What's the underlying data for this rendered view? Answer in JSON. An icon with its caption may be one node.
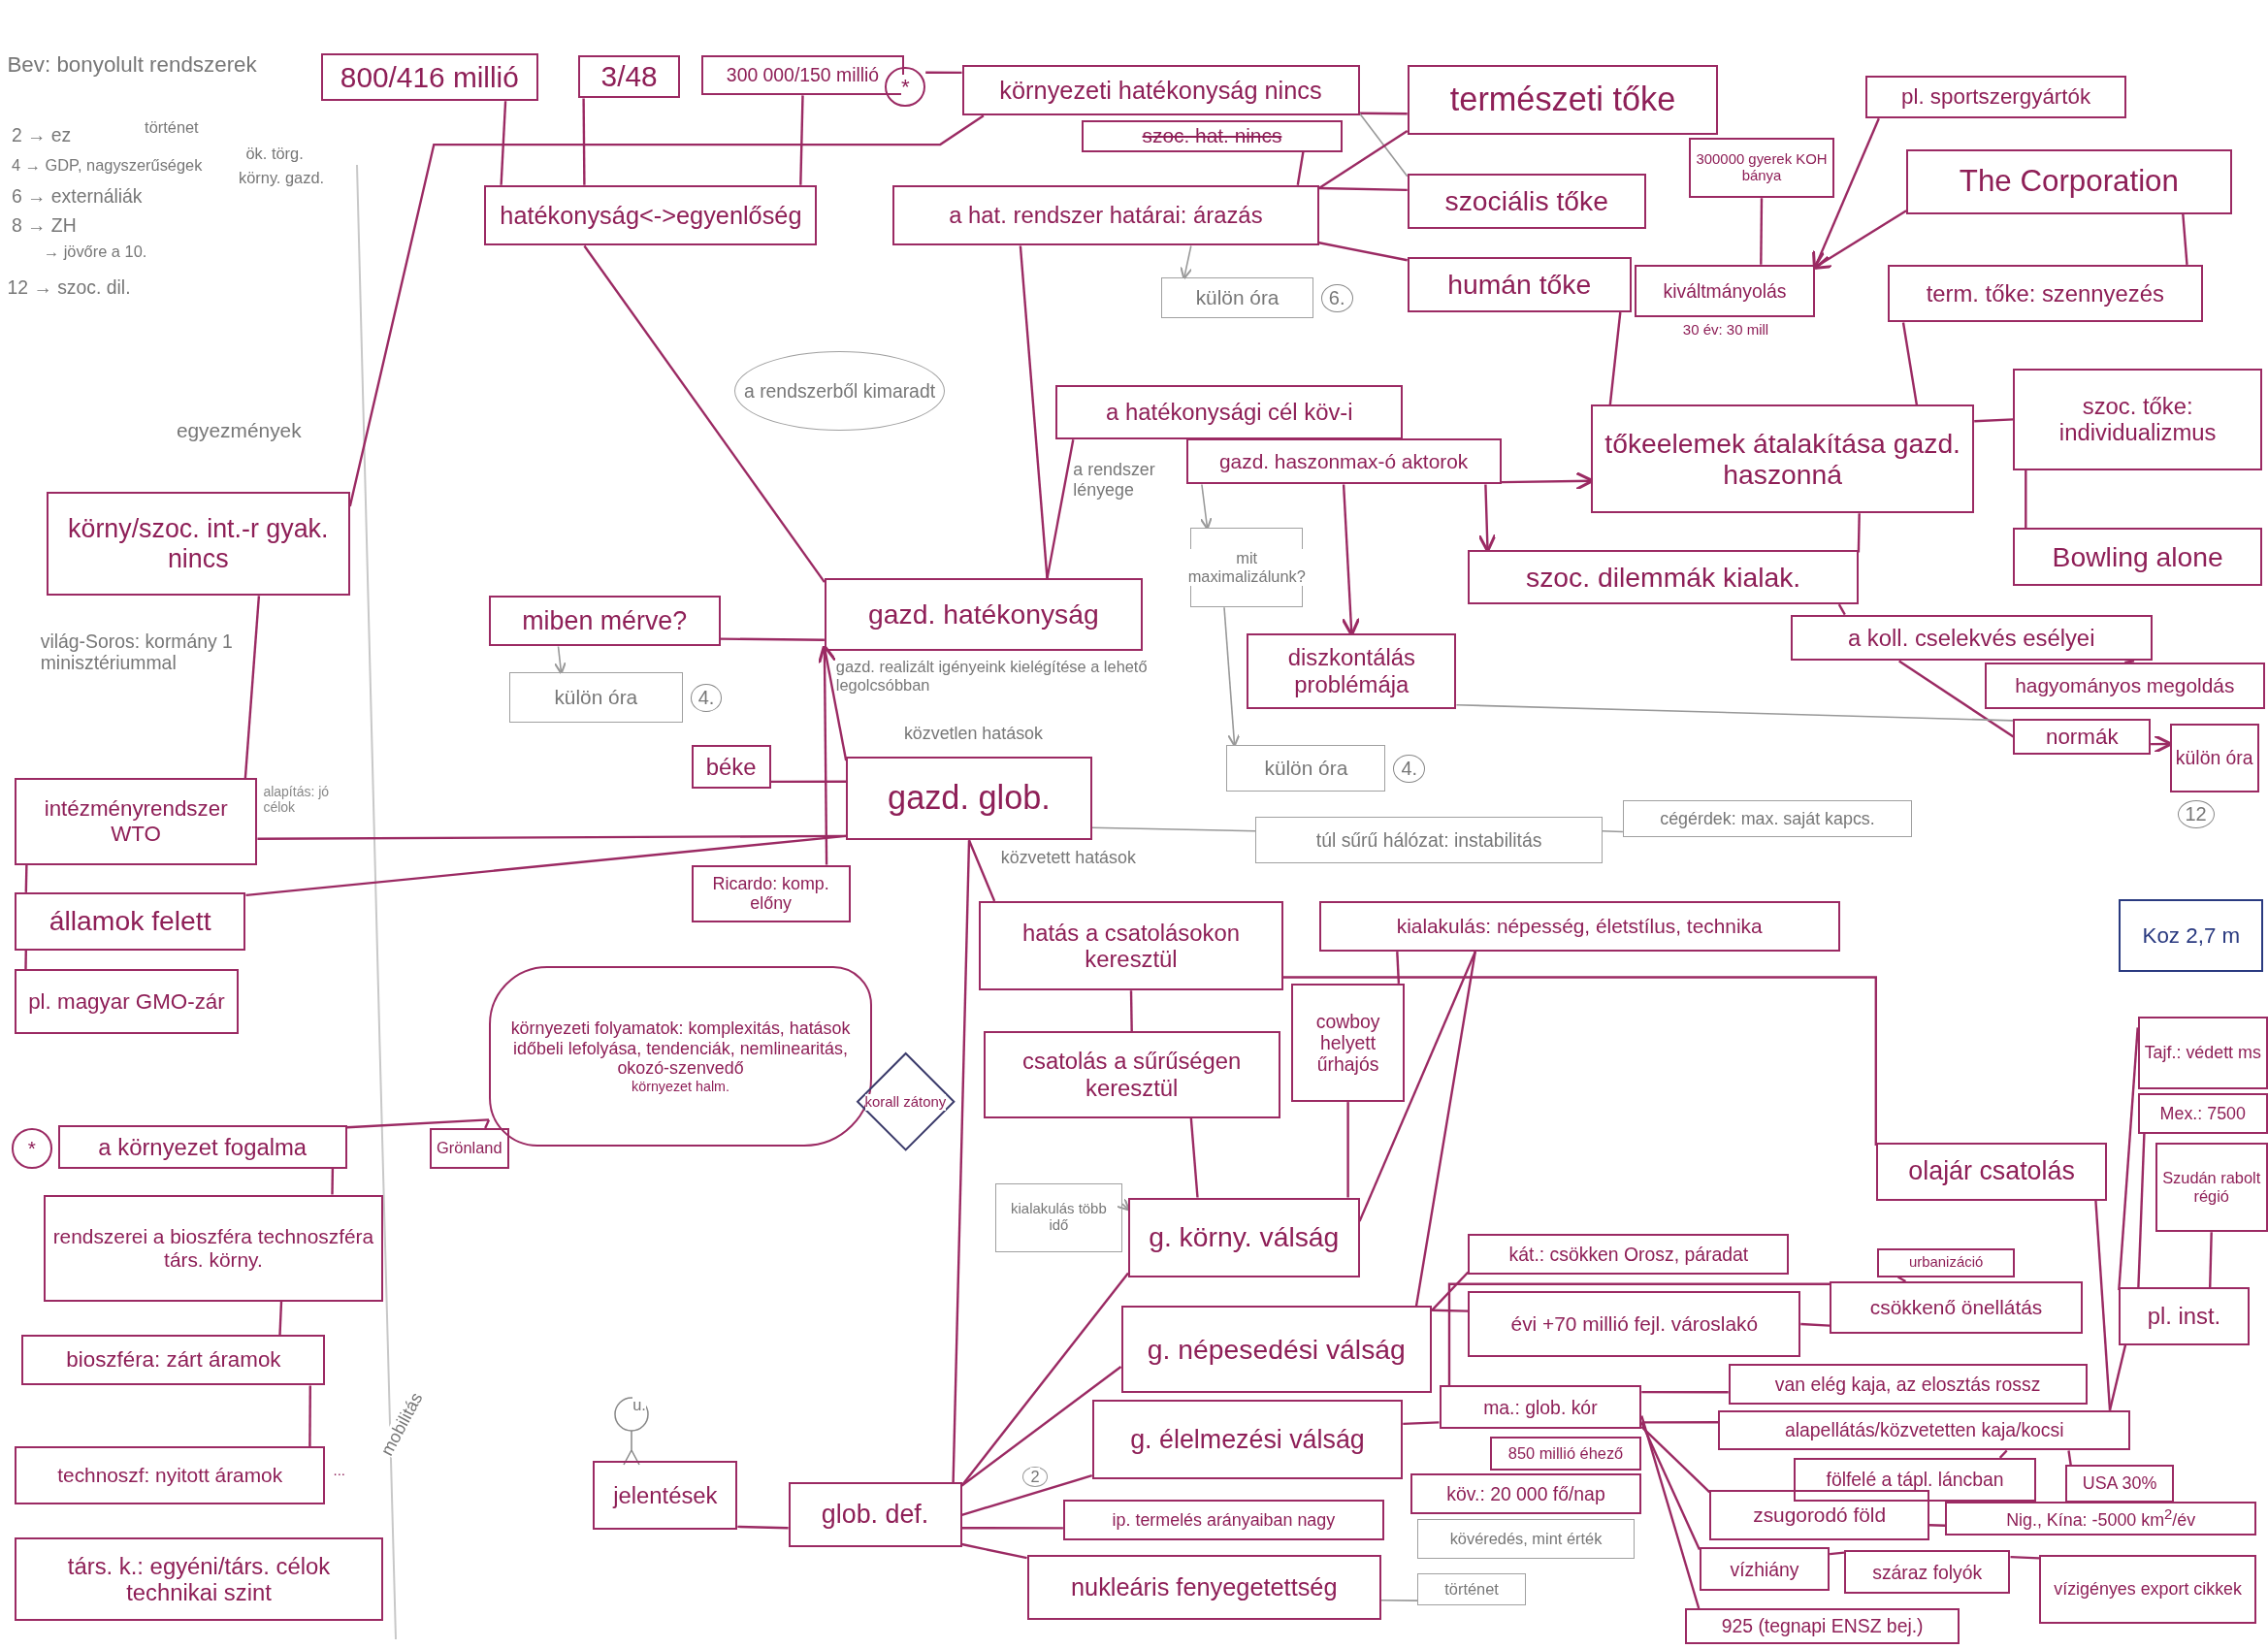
{
  "diagram": {
    "nodes": [
      {
        "text": [
          "800/416 millió"
        ]
      },
      {
        "text": [
          "3/48"
        ]
      },
      {
        "text": [
          "300 000/150 millió"
        ]
      },
      {
        "text": [
          "hatékonyság<->egyenlőség"
        ]
      },
      {
        "text": [
          "*"
        ]
      },
      {
        "text": [
          "környezeti hatékonyság nincs"
        ]
      },
      {
        "text": [
          "szoc. hat. nincs"
        ]
      },
      {
        "text": [
          "a hat. rendszer határai: árazás"
        ]
      },
      {
        "text": [
          "természeti tőke"
        ]
      },
      {
        "text": [
          "szociális tőke"
        ]
      },
      {
        "text": [
          "humán tőke"
        ]
      },
      {
        "text": [
          "kiváltmányolás"
        ],
        "beside": [
          "30 év: 30 mill"
        ]
      },
      {
        "text": [
          "300000 gyerek KOH bánya"
        ]
      },
      {
        "text": [
          "pl. sportszergyártók"
        ]
      },
      {
        "text": [
          "The Corporation"
        ]
      },
      {
        "text": [
          "term. tőke: szennyezés"
        ]
      },
      {
        "text": [
          "külön óra"
        ],
        "beside": [
          "6."
        ]
      },
      {
        "text": [
          "a rendszerből kimaradt"
        ]
      },
      {
        "text": [
          "a hatékonysági cél köv-i"
        ]
      },
      {
        "text": [
          "gazd. haszonmax-ó aktorok"
        ]
      },
      {
        "text": [
          "tőkeelemek átalakítása gazd. haszonná"
        ]
      },
      {
        "text": [
          "szoc. tőke: individualizmus"
        ]
      },
      {
        "text": [
          "Bowling alone"
        ]
      },
      {
        "text": [
          "szoc. dilemmák kialak."
        ]
      },
      {
        "text": [
          "a koll. cselekvés esélyei"
        ]
      },
      {
        "text": [
          "hagyományos megoldás"
        ]
      },
      {
        "text": [
          "normák"
        ]
      },
      {
        "text": [
          "külön óra"
        ],
        "beside": [
          "12"
        ]
      },
      {
        "text": [
          "mit maximalizálunk?"
        ]
      },
      {
        "text": [
          "diszkontálás problémája"
        ]
      },
      {
        "text": [
          "külön óra"
        ],
        "beside": [
          "4."
        ]
      },
      {
        "text": [
          "körny/szoc. int.-r gyak. nincs"
        ]
      },
      {
        "text": [
          "miben mérve?"
        ]
      },
      {
        "text": [
          "külön óra"
        ],
        "beside": [
          "4."
        ]
      },
      {
        "text": [
          "gazd. hatékonyság"
        ]
      },
      {
        "text": [
          "béke"
        ]
      },
      {
        "text": [
          "gazd. glob."
        ]
      },
      {
        "text": [
          "intézményrendszer WTO"
        ],
        "beside": [
          "alapítás: jó célok"
        ]
      },
      {
        "text": [
          "államok felett"
        ]
      },
      {
        "text": [
          "pl. magyar GMO-zár"
        ]
      },
      {
        "text": [
          "Ricardo: komp. előny"
        ]
      },
      {
        "text": [
          "túl sűrű hálózat: instabilitás"
        ]
      },
      {
        "text": [
          "cégérdek: max. saját kapcs."
        ]
      },
      {
        "text": [
          "hatás a csatolásokon keresztül"
        ]
      },
      {
        "text": [
          "kialakulás: népesség, életstílus, technika"
        ]
      },
      {
        "text": [
          "csatolás a sűrűségen keresztül"
        ]
      },
      {
        "text": [
          "cowboy helyett űrhajós"
        ]
      },
      {
        "text": [
          "környezeti folyamatok: komplexitás, hatások időbeli lefolyása, tendenciák, nemlinearitás, okozó-szenvedő",
          "környezet halm."
        ]
      },
      {
        "text": [
          "korall zátony"
        ]
      },
      {
        "text": [
          "Grönland"
        ]
      },
      {
        "text": [
          "*"
        ]
      },
      {
        "text": [
          "a környezet fogalma"
        ]
      },
      {
        "text": [
          "rendszerei a bioszféra technoszféra társ. körny."
        ]
      },
      {
        "text": [
          "bioszféra: zárt áramok"
        ]
      },
      {
        "text": [
          "technoszf: nyitott áramok"
        ],
        "beside": [
          "..."
        ]
      },
      {
        "text": [
          "társ. k.: egyéni/társ. célok technikai szint"
        ]
      },
      {
        "text": [
          "olajár csatolás"
        ]
      },
      {
        "text": [
          "kialakulás több idő"
        ]
      },
      {
        "text": [
          "g. körny. válság"
        ]
      },
      {
        "text": [
          "g. népesedési válság"
        ]
      },
      {
        "text": [
          "kát.: csökken Orosz, páradat"
        ]
      },
      {
        "text": [
          "évi +70 millió fejl. városlakó"
        ]
      },
      {
        "text": [
          "urbanizáció"
        ]
      },
      {
        "text": [
          "csökkenő önellátás"
        ]
      },
      {
        "text": [
          "pl. inst."
        ]
      },
      {
        "text": [
          "Tajf.: védett ms"
        ]
      },
      {
        "text": [
          "Mex.: 7500"
        ]
      },
      {
        "text": [
          "Szudán rabolt régió"
        ]
      },
      {
        "text": [
          "Koz 2,7 m"
        ]
      },
      {
        "text": [
          "jelentések"
        ]
      },
      {
        "text": [
          "glob. def."
        ]
      },
      {
        "text": [
          "g. élelmezési válság"
        ]
      },
      {
        "text": [
          "ma.: glob. kór"
        ]
      },
      {
        "text": [
          "van elég kaja, az elosztás rossz"
        ]
      },
      {
        "text": [
          "alapellátás/közvetetten kaja/kocsi"
        ]
      },
      {
        "text": [
          "850 millió éhező"
        ]
      },
      {
        "text": [
          "köv.: 20 000 fő/nap"
        ]
      },
      {
        "text": [
          "fölfelé a tápl. láncban"
        ]
      },
      {
        "text": [
          "USA 30%"
        ]
      },
      {
        "text": [
          "zsugorodó föld"
        ]
      },
      {
        "text": [
          "Nig., Kína: -5000 km$^{2}$/év"
        ]
      },
      {
        "text": [
          "ip. termelés arányaiban nagy"
        ]
      },
      {
        "text": [
          "kövéredés, mint érték"
        ]
      },
      {
        "text": [
          "vízhiány"
        ]
      },
      {
        "text": [
          "száraz folyók"
        ]
      },
      {
        "text": [
          "vízigényes export cikkek"
        ]
      },
      {
        "text": [
          "nukleáris fenyegetettség"
        ]
      },
      {
        "text": [
          "történet"
        ]
      },
      {
        "text": [
          "925 (tegnapi ENSZ bej.)"
        ]
      }
    ],
    "edges": [
      {
        "from": 0,
        "to": 3,
        "arrow": "none"
      },
      {
        "from": 1,
        "to": 3,
        "arrow": "none"
      },
      {
        "from": 2,
        "to": 3,
        "arrow": "none"
      },
      {
        "from": 4,
        "to": 5,
        "arrow": "none"
      },
      {
        "from": 5,
        "to": 8,
        "arrow": "none"
      },
      {
        "from": 5,
        "to": 9,
        "arrow": "none",
        "color": "#999999"
      },
      {
        "from": 6,
        "to": 7,
        "arrow": "none"
      },
      {
        "from": 7,
        "to": 8,
        "arrow": "none"
      },
      {
        "from": 7,
        "to": 9,
        "arrow": "none"
      },
      {
        "from": 7,
        "to": 10,
        "arrow": "none"
      },
      {
        "from": 31,
        "to": 5,
        "arrow": "none"
      },
      {
        "from": 7,
        "to": 34,
        "arrow": "none"
      },
      {
        "from": 3,
        "to": 34,
        "arrow": "none"
      },
      {
        "from": 34,
        "to": 18,
        "arrow": "none"
      },
      {
        "from": 19,
        "to": 20,
        "arrow": "to"
      },
      {
        "from": 19,
        "to": 23,
        "arrow": "to"
      },
      {
        "from": 19,
        "to": 29,
        "arrow": "to"
      },
      {
        "from": 19,
        "to": 28,
        "arrow": "to",
        "color": "#999999"
      },
      {
        "from": 28,
        "to": 30,
        "arrow": "to",
        "color": "#999999"
      },
      {
        "from": 7,
        "to": 16,
        "arrow": "to",
        "color": "#999999"
      },
      {
        "from": 10,
        "to": 20,
        "arrow": "none"
      },
      {
        "from": 12,
        "to": 11,
        "arrow": "none"
      },
      {
        "from": 13,
        "to": 11,
        "arrow": "to"
      },
      {
        "from": 14,
        "to": 11,
        "arrow": "to"
      },
      {
        "from": 14,
        "to": 15,
        "arrow": "none"
      },
      {
        "from": 15,
        "to": 20,
        "arrow": "none"
      },
      {
        "from": 20,
        "to": 21,
        "arrow": "none"
      },
      {
        "from": 21,
        "to": 22,
        "arrow": "none"
      },
      {
        "from": 20,
        "to": 23,
        "arrow": "none"
      },
      {
        "from": 23,
        "to": 24,
        "arrow": "none"
      },
      {
        "from": 24,
        "to": 25,
        "arrow": "none"
      },
      {
        "from": 24,
        "to": 26,
        "arrow": "none"
      },
      {
        "from": 26,
        "to": 27,
        "arrow": "to"
      },
      {
        "from": 32,
        "to": 34,
        "arrow": "none"
      },
      {
        "from": 32,
        "to": 33,
        "arrow": "to",
        "color": "#999999"
      },
      {
        "from": 35,
        "to": 36,
        "arrow": "none"
      },
      {
        "from": 36,
        "to": 34,
        "arrow": "to"
      },
      {
        "from": 36,
        "to": 37,
        "arrow": "none"
      },
      {
        "from": 36,
        "to": 38,
        "arrow": "none"
      },
      {
        "from": 40,
        "to": 34,
        "arrow": "none"
      },
      {
        "from": 31,
        "to": 37,
        "arrow": "none"
      },
      {
        "from": 37,
        "to": 38,
        "arrow": "none"
      },
      {
        "from": 38,
        "to": 39,
        "arrow": "none"
      },
      {
        "from": 36,
        "to": 43,
        "arrow": "none"
      },
      {
        "from": 36,
        "to": 41,
        "arrow": "none",
        "color": "#999999"
      },
      {
        "from": 41,
        "to": 42,
        "arrow": "none",
        "color": "#999999"
      },
      {
        "from": 43,
        "to": 45,
        "arrow": "none"
      },
      {
        "from": 45,
        "to": 58,
        "arrow": "none"
      },
      {
        "from": 46,
        "to": 58,
        "arrow": "none"
      },
      {
        "from": 44,
        "to": 58,
        "arrow": "none"
      },
      {
        "from": 44,
        "to": 59,
        "arrow": "none"
      },
      {
        "from": 44,
        "to": 46,
        "arrow": "none"
      },
      {
        "from": 43,
        "to": 56,
        "arrow": "none"
      },
      {
        "from": 56,
        "to": 74,
        "arrow": "none"
      },
      {
        "from": 64,
        "to": 74,
        "arrow": "none"
      },
      {
        "from": 64,
        "to": 65,
        "arrow": "none"
      },
      {
        "from": 64,
        "to": 66,
        "arrow": "none"
      },
      {
        "from": 64,
        "to": 67,
        "arrow": "none"
      },
      {
        "from": 70,
        "to": 58,
        "arrow": "none"
      },
      {
        "from": 70,
        "to": 59,
        "arrow": "none"
      },
      {
        "from": 70,
        "to": 71,
        "arrow": "none"
      },
      {
        "from": 70,
        "to": 81,
        "arrow": "none"
      },
      {
        "from": 70,
        "to": 86,
        "arrow": "none"
      },
      {
        "from": 69,
        "to": 70,
        "arrow": "none"
      },
      {
        "from": 36,
        "to": 70,
        "arrow": "none"
      },
      {
        "from": 59,
        "to": 60,
        "arrow": "none"
      },
      {
        "from": 59,
        "to": 61,
        "arrow": "none"
      },
      {
        "from": 61,
        "to": 63,
        "arrow": "none"
      },
      {
        "from": 63,
        "to": 62,
        "arrow": "none"
      },
      {
        "from": 63,
        "to": 72,
        "arrow": "none"
      },
      {
        "from": 71,
        "to": 72,
        "arrow": "none"
      },
      {
        "from": 72,
        "to": 73,
        "arrow": "none"
      },
      {
        "from": 72,
        "to": 74,
        "arrow": "none"
      },
      {
        "from": 72,
        "to": 79,
        "arrow": "none"
      },
      {
        "from": 72,
        "to": 83,
        "arrow": "none"
      },
      {
        "from": 72,
        "to": 88,
        "arrow": "none"
      },
      {
        "from": 74,
        "to": 77,
        "arrow": "none"
      },
      {
        "from": 74,
        "to": 78,
        "arrow": "none"
      },
      {
        "from": 79,
        "to": 80,
        "arrow": "none"
      },
      {
        "from": 83,
        "to": 84,
        "arrow": "none"
      },
      {
        "from": 84,
        "to": 85,
        "arrow": "none"
      },
      {
        "from": 47,
        "to": 51,
        "arrow": "none"
      },
      {
        "from": 47,
        "to": 49,
        "arrow": "none"
      },
      {
        "from": 51,
        "to": 52,
        "arrow": "none"
      },
      {
        "from": 52,
        "to": 53,
        "arrow": "none"
      },
      {
        "from": 53,
        "to": 54,
        "arrow": "none"
      },
      {
        "from": 86,
        "to": 87,
        "arrow": "none",
        "color": "#999999"
      },
      {
        "from": 29,
        "to": 26,
        "arrow": "none",
        "color": "#999999"
      },
      {
        "from": 57,
        "to": 58,
        "arrow": "to",
        "color": "#999999"
      }
    ],
    "labels": [
      "Bev: bonyolult rendszerek",
      "2 → ez",
      "történet",
      "4 → GDP, nagyszerűségek",
      "ök. törg.",
      "körny. gazd.",
      "6 → externáliák",
      "8 → ZH",
      "→ jövőre a 10.",
      "12 → szoc. dil.",
      "egyezmények",
      "világ-Soros: kormány 1 minisztériummal",
      "a rendszer lényege",
      "gazd. realizált igényeink kielégítése a lehető legolcsóbban",
      "közvetlen hatások",
      "közvetett hatások",
      "u.",
      "mobilitás",
      "2"
    ]
  }
}
